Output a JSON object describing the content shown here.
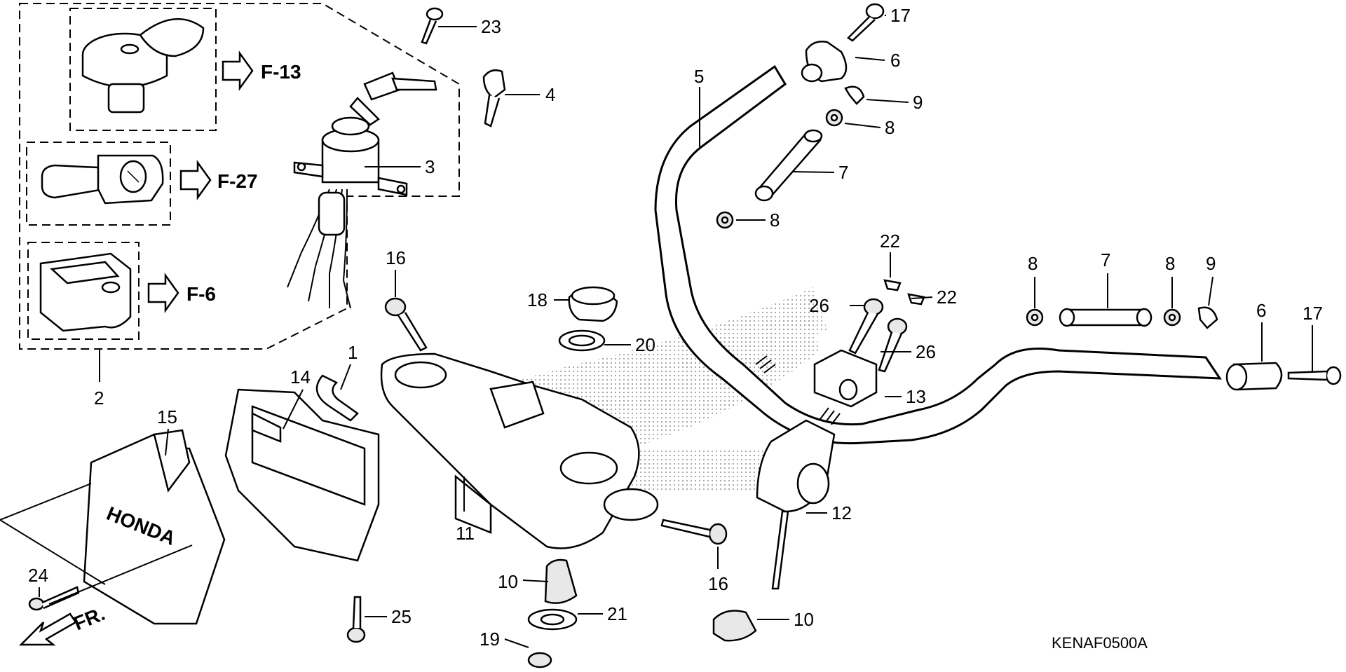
{
  "diagram": {
    "code": "KENAF0500A",
    "brand_marking": "HONDA",
    "direction_marker": "FR.",
    "refs": [
      "F-13",
      "F-27",
      "F-6"
    ],
    "labels": [
      "1",
      "2",
      "3",
      "4",
      "5",
      "6",
      "7",
      "8",
      "9",
      "10",
      "11",
      "12",
      "13",
      "14",
      "15",
      "16",
      "17",
      "18",
      "19",
      "20",
      "21",
      "22",
      "23",
      "24",
      "25",
      "26"
    ],
    "label_instances": [
      {
        "text": "23"
      },
      {
        "text": "17"
      },
      {
        "text": "6"
      },
      {
        "text": "5"
      },
      {
        "text": "4"
      },
      {
        "text": "9"
      },
      {
        "text": "8"
      },
      {
        "text": "3"
      },
      {
        "text": "7"
      },
      {
        "text": "8"
      },
      {
        "text": "22"
      },
      {
        "text": "8"
      },
      {
        "text": "7"
      },
      {
        "text": "8"
      },
      {
        "text": "9"
      },
      {
        "text": "16"
      },
      {
        "text": "18"
      },
      {
        "text": "26"
      },
      {
        "text": "22"
      },
      {
        "text": "6"
      },
      {
        "text": "17"
      },
      {
        "text": "20"
      },
      {
        "text": "26"
      },
      {
        "text": "1"
      },
      {
        "text": "14"
      },
      {
        "text": "13"
      },
      {
        "text": "2"
      },
      {
        "text": "15"
      },
      {
        "text": "12"
      },
      {
        "text": "11"
      },
      {
        "text": "10"
      },
      {
        "text": "16"
      },
      {
        "text": "24"
      },
      {
        "text": "21"
      },
      {
        "text": "25"
      },
      {
        "text": "10"
      },
      {
        "text": "19"
      }
    ]
  }
}
